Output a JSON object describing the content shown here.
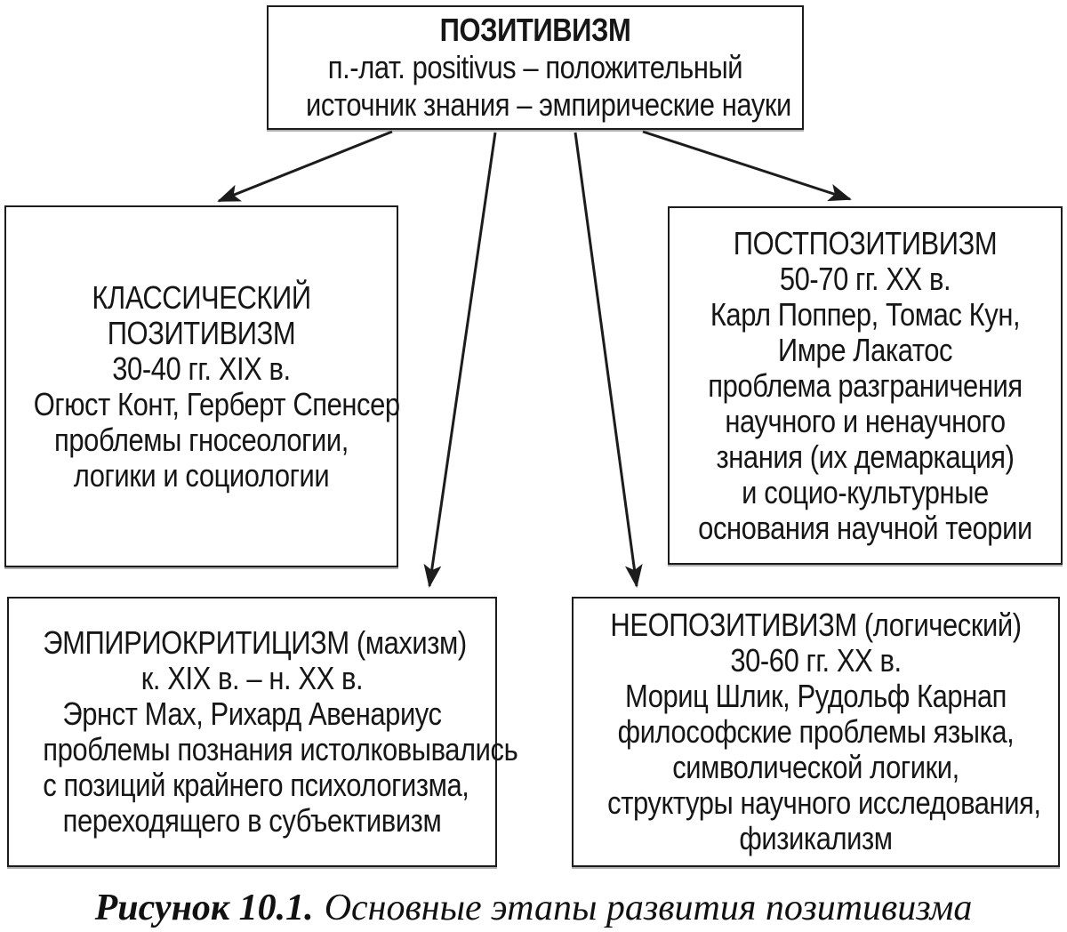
{
  "colors": {
    "background": "#ffffff",
    "ink": "#161616",
    "box_border": "#1c1c1c"
  },
  "diagram": {
    "root": {
      "title": "ПОЗИТИВИЗМ",
      "lines": [
        "п.-лат. positivus – положительный",
        "источник знания – эмпирические науки"
      ]
    },
    "nodes": {
      "classical": {
        "lines": [
          "КЛАССИЧЕСКИЙ",
          "ПОЗИТИВИЗМ",
          "30-40 гг. XIX в.",
          "Огюст Конт, Герберт Спенсер",
          "проблемы гносеологии,",
          "логики и социологии"
        ]
      },
      "postpositivism": {
        "lines": [
          "ПОСТПОЗИТИВИЗМ",
          "50-70 гг. XX в.",
          "Карл Поппер, Томас Кун,",
          "Имре Лакатос",
          "проблема разграничения",
          "научного и ненаучного",
          "знания (их демаркация)",
          "и социо-культурные",
          "основания научной теории"
        ]
      },
      "empiriocriticism": {
        "lines": [
          "ЭМПИРИОКРИТИЦИЗМ (махизм)",
          "к. XIX в. – н. XX в.",
          "Эрнст Мах, Рихард Авенариус",
          "проблемы познания истолковывались",
          "с позиций крайнего психологизма,",
          "переходящего в субъективизм"
        ]
      },
      "neopositivism": {
        "lines": [
          "НЕОПОЗИТИВИЗМ (логический)",
          "30-60 гг. XX в.",
          "Мориц Шлик, Рудольф Карнап",
          "философские проблемы языка,",
          "символической логики,",
          "структуры научного исследования,",
          "физикализм"
        ]
      }
    },
    "edges": [
      {
        "from": "positivism",
        "to": "classical"
      },
      {
        "from": "positivism",
        "to": "empiriocriticism"
      },
      {
        "from": "positivism",
        "to": "neopositivism"
      },
      {
        "from": "positivism",
        "to": "postpositivism"
      }
    ],
    "caption": {
      "label": "Рисунок 10.1.",
      "text": "Основные этапы развития позитивизма"
    }
  }
}
